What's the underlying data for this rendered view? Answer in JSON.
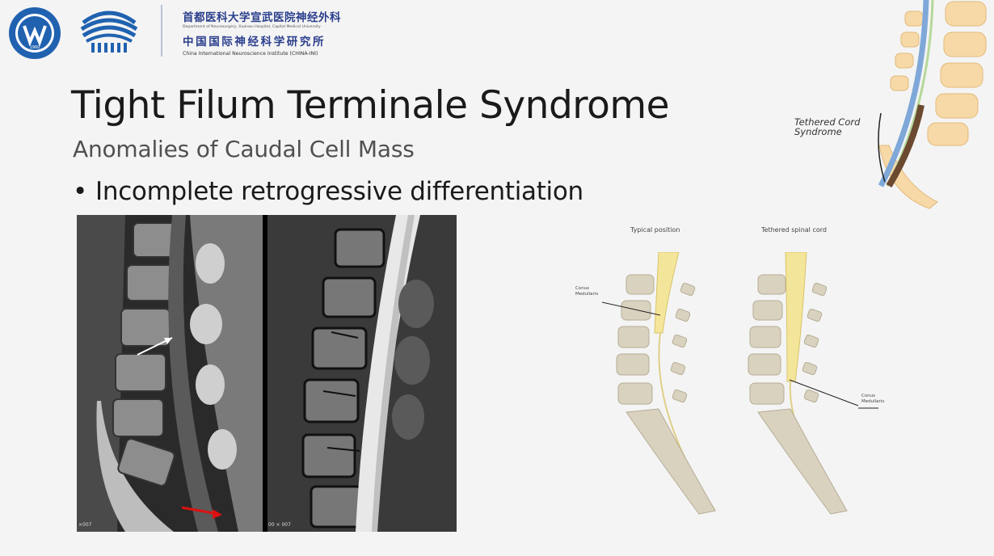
{
  "header": {
    "institution_cn": "首都医科大学宣武医院神经外科",
    "institution_en": "Department of Neurosurgery, Xuanwu Hospital, Capital Medical University",
    "institute_cn": "中国国际神经科学研究所",
    "institute_en": "China International Neuroscience Institute (CHINA-INI)",
    "logo1_year": "1960",
    "colors": {
      "brand": "#2a3e8c",
      "logo_blue": "#1f5fa8"
    }
  },
  "slide": {
    "title": "Tight Filum Terminale Syndrome",
    "subtitle": "Anomalies of Caudal Cell Mass",
    "bullet": "Incomplete retrogressive differentiation"
  },
  "figures": {
    "mri_left_label": "×007",
    "mri_right_label": "00 × 007",
    "tethered_label_line1": "Tethered Cord",
    "tethered_label_line2": "Syndrome",
    "typical_caption": "Typical position",
    "tethered_caption": "Tethered spinal cord",
    "conus_label_a_line1": "Conus",
    "conus_label_a_line2": "Medullaris",
    "conus_label_b_line1": "Conus",
    "conus_label_b_line2": "Medullaris"
  }
}
